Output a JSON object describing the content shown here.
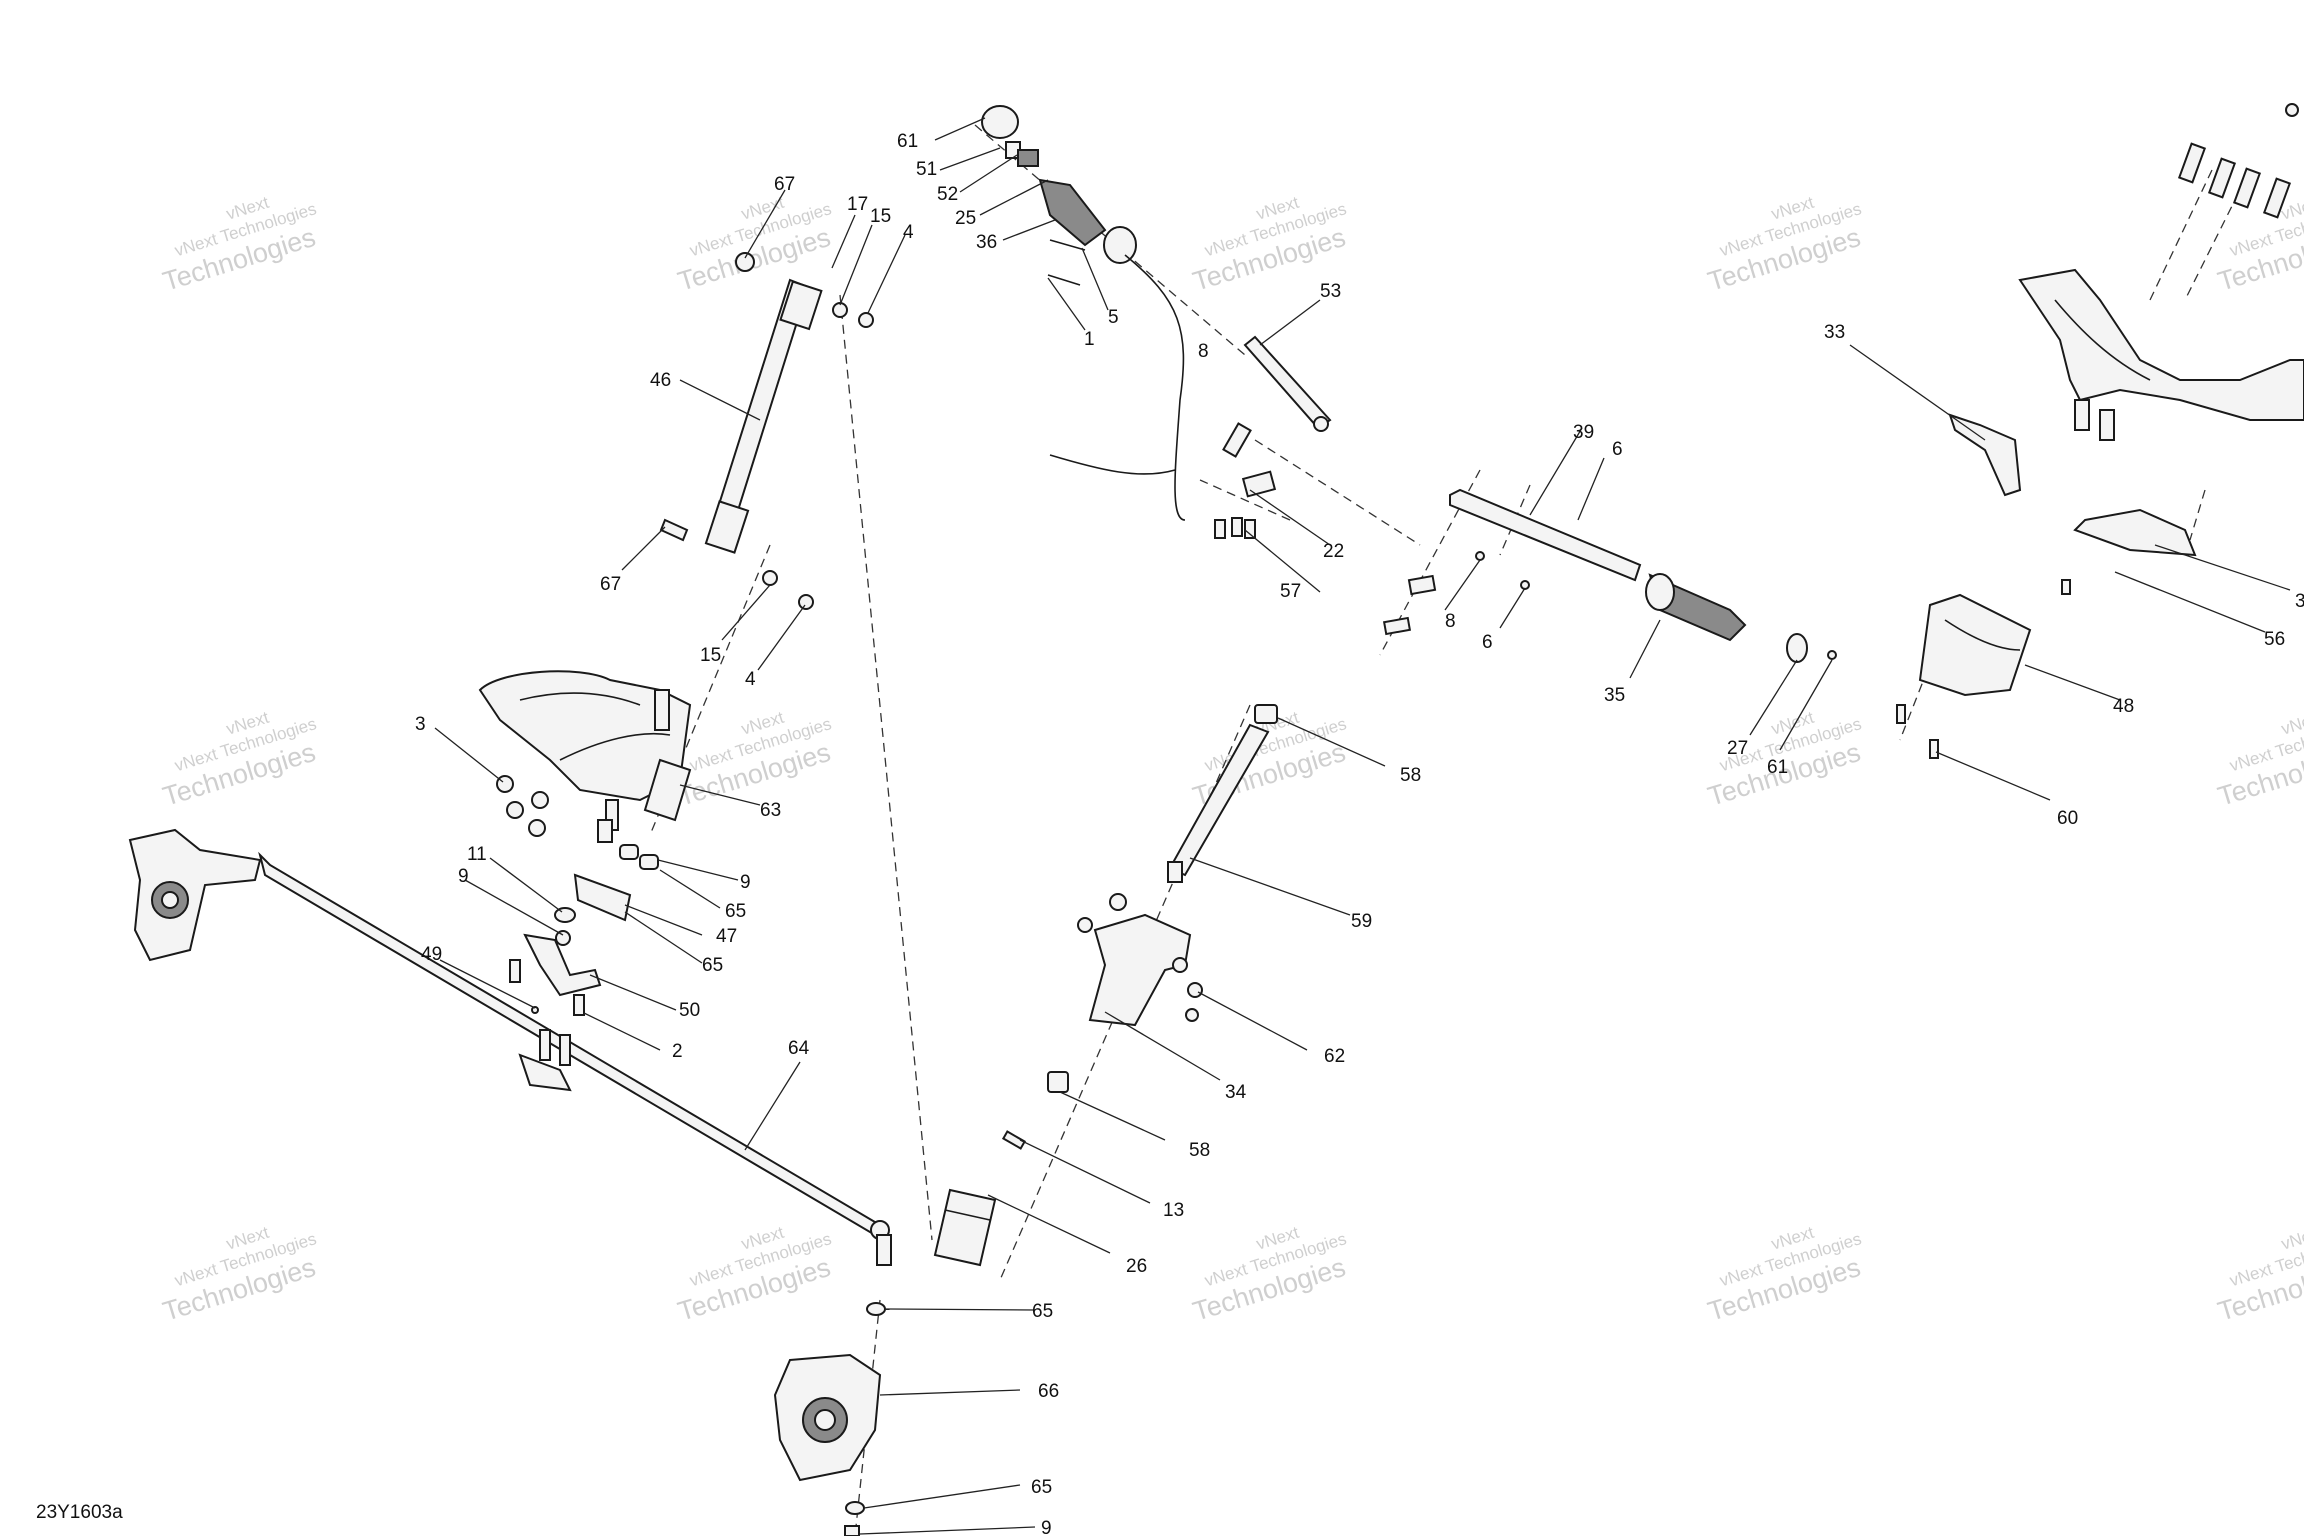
{
  "diagram_code": "23Y1603a",
  "watermark": {
    "line1": "vNext",
    "line2": "vNext Technologies",
    "line3": "Technologies"
  },
  "callouts": [
    "67",
    "17",
    "15",
    "4",
    "46",
    "67",
    "15",
    "4",
    "3",
    "63",
    "11",
    "9",
    "9",
    "65",
    "47",
    "65",
    "49",
    "50",
    "2",
    "64",
    "61",
    "51",
    "52",
    "25",
    "36",
    "5",
    "1",
    "53",
    "8",
    "22",
    "57",
    "8",
    "39",
    "6",
    "6",
    "35",
    "27",
    "61",
    "58",
    "59",
    "62",
    "34",
    "58",
    "13",
    "26",
    "65",
    "66",
    "65",
    "9",
    "33",
    "3",
    "56",
    "48",
    "60"
  ]
}
